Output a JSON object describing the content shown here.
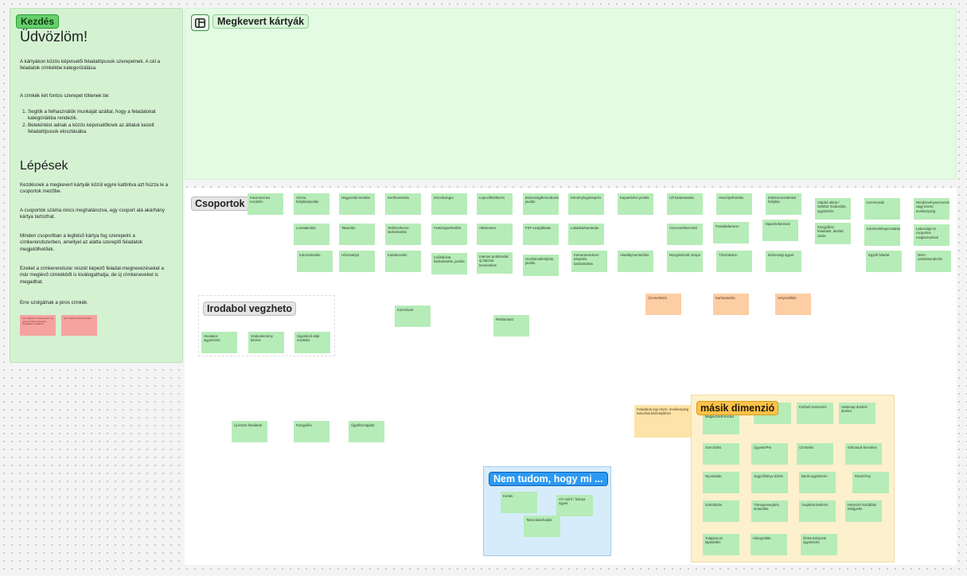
{
  "intro": {
    "tag": "Kezdés",
    "welcome": "Üdvözlöm!",
    "p1": "A kártyákon közös képviselői feladattípusok szerepelnek. A cél a feladatok címkékbe kategorizálása.",
    "p2": "A címkék két fontos szerepet töltenek be:",
    "li1": "Segítik a felhasználók munkáját azáltal, hogy a feladatokat kategóriákba rendezik.",
    "li2": "Betekintést adnak a közös képviselőknek az általuk kezelt feladattípusok eloszlásába.",
    "steps_title": "Lépések",
    "s1": "Kezdésnek a megkevert kártyák közül egyre kattintva azt húzza le a csoportok mezőbe.",
    "s2": "A csoportok száma nincs meghatározva, egy csoport alá akárhány kártya tartozhat.",
    "s3": "Minden csoportban a legfelső kártya fog szerepelni a címkerendszerben, amellyel az alatta szereplő feladatok megjelölhetőek.",
    "s4": "Ezeket a címkerendszer részét képező feladat-megnevezéseket a már meglévő címkékből is kiválogathatja, de új címkeneveket is megadhat.",
    "s5": "Erre szolgálnak a piros címkék.",
    "red_cards": [
      "Ide írhatók a címkenevek, ha egy új címkét szeretne hozzáadni a listához",
      "Ide írhatók új címkenevek"
    ]
  },
  "mixed": {
    "title": "Megkevert kártyák",
    "icon": "layout-icon"
  },
  "groups": {
    "title": "Csoportok",
    "cards": [
      "Kaszniszínes rendelés",
      "Vízóra felújítás/javítás",
      "Nagyszáló tisztítás",
      "Kertfenntartás",
      "Dúzzíkologia",
      "Lépcsőfelöltözés",
      "Biztonságiberendezés javítás",
      "Kéményfogó/seprés",
      "Kaputelefon javítás",
      "Lift karbantartás",
      "Veszélyelhárítás",
      "Elektromosrákéluit felújítás",
      "Alapító okirat / SZMSZ módosítás, ügyintézés",
      "Kommunák",
      "Rendezvényszervezés vagy közös tevékenység",
      "Lomtalanítás",
      "Takarítás",
      "Tetőszerkezet karbantartás",
      "Festés/gaz/tetőtér",
      "Ablakcsere",
      "FKF-szolgáltatás",
      "Lakáskarbantartás",
      "Vízvezetékszerelő",
      "Postaládacsere",
      "Alapinfó/kérések",
      "Közgyűlési feladatok, átvétel, zárás",
      "Kérelmek/kapcsolattartás",
      "Lakossági és csoportos megkeresések",
      "Kulcsmásolás",
      "Hőszivattyú",
      "Kukakezelés",
      "Csőhálózat karbantartás, javítás",
      "Internet problémák/új hálózat bevezetése",
      "Homlokzatfelújítás, javítás",
      "Kamerarendszer telepítés, karbantartás",
      "Akadálymentesítés",
      "Mozgássérült rámpa",
      "Tűzvédelem",
      "Biztonsági ügyek",
      "Egyéb feladat",
      "MAH számlarendezés"
    ],
    "orange": [
      "Üzemeltetés",
      "Karbantartás",
      "Helyreállítás"
    ],
    "loose": [
      "Közművek",
      "Reklamáció",
      "Új közös feladatok",
      "Közgyűlés",
      "Ügyfélszolgálat"
    ],
    "irodabol": {
      "title": "Irodabol vegzheto",
      "cards": [
        "Hivatalos ügyintézés",
        "Szakvélemény kérése",
        "Ügyintéző által rendelés"
      ]
    },
    "masik": {
      "title": "másik dimenzió",
      "yellow": "Feladatok egy része, tevékenység tartozhat bármelyikhez",
      "cards": [
        "Megkezdett kérdés",
        "Ellenőrzés",
        "Közbeli szervezés",
        "Határnap döntés/átvétel",
        "Szerződés",
        "Ügyelet/Pm",
        "Címtörlés",
        "Kihívások kezelése",
        "Nyomtatás",
        "Jegyzőkönyv átírás",
        "Banki ügyintézés",
        "Rövid fény",
        "Számlázás",
        "Tömegessegítés, elutasítás",
        "Árajánlat bekérés",
        "Helyszíni kiszállás/ felügyelet",
        "Tulajdonosi lapletöltés",
        "Hiánypótlás",
        "Önkormányzati ügyintézés"
      ]
    },
    "nem": {
      "title": "Nem tudom, hogy mi ...",
      "cards": [
        "Kertek",
        "Víz mérő / hiánya ügyek",
        "Tartozásbehajtás"
      ]
    }
  },
  "colors": {
    "green_card": "#b6ecb8",
    "orange_card": "#fdcea4",
    "panel_green": "#d4f2d2",
    "accent_blue": "#2c99f2",
    "accent_yellow": "#fdc34a"
  }
}
